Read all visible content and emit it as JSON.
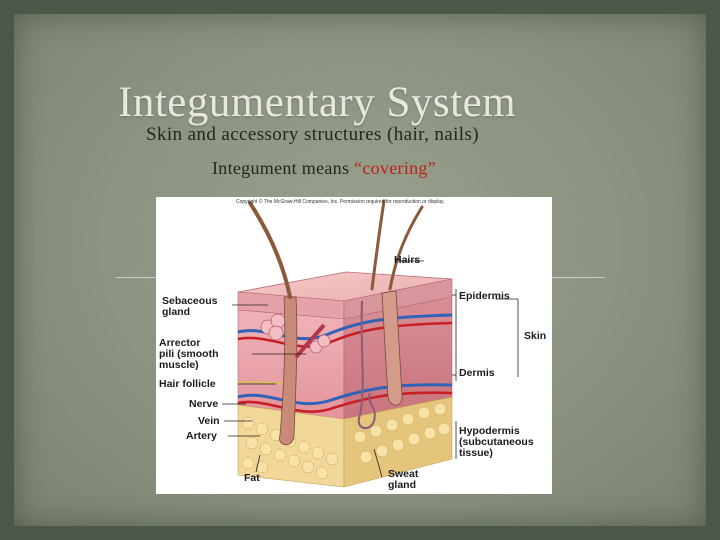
{
  "slide": {
    "title": "Integumentary System",
    "subtitle_line1": "Skin and accessory structures (hair, nails)",
    "subtitle_line2_prefix": "Integument means ",
    "subtitle_line2_highlight": "“covering”"
  },
  "figure": {
    "copyright": "Copyright © The McGraw-Hill Companies, Inc. Permission required for reproduction or display.",
    "labels": {
      "hairs": "Hairs",
      "epidermis": "Epidermis",
      "skin": "Skin",
      "dermis": "Dermis",
      "hypodermis": "Hypodermis\n(subcutaneous\ntissue)",
      "sebaceous_gland": "Sebaceous\ngland",
      "arrector_pili": "Arrector\npili (smooth\nmuscle)",
      "hair_follicle": "Hair follicle",
      "nerve": "Nerve",
      "vein": "Vein",
      "artery": "Artery",
      "fat": "Fat",
      "sweat_gland": "Sweat\ngland"
    }
  },
  "colors": {
    "background": "#4c5749",
    "panel": "#8a937f",
    "title": "#e6e8e0",
    "highlight": "#c0201a"
  }
}
